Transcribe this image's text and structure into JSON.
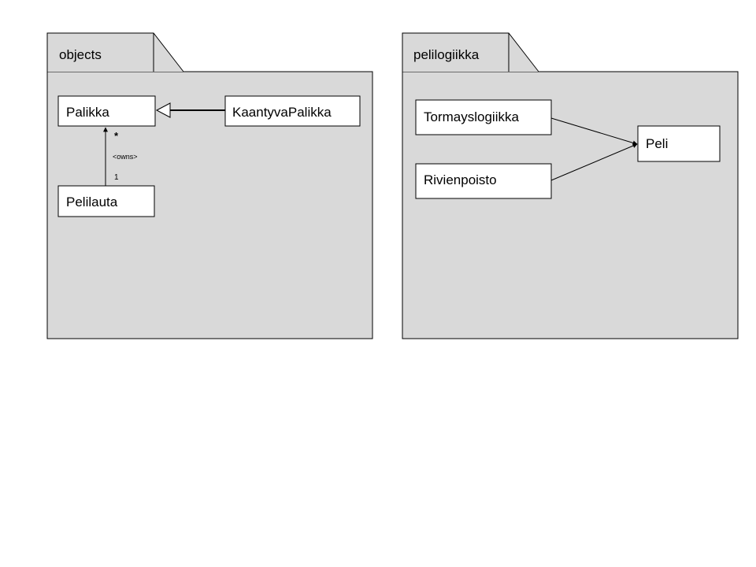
{
  "packages": [
    {
      "name": "objects",
      "classes": [
        "Palikka",
        "KaantyvaPalikka",
        "Pelilauta"
      ]
    },
    {
      "name": "pelilogiikka",
      "classes": [
        "Tormayslogiikka",
        "Rivienpoisto",
        "Peli"
      ]
    }
  ],
  "relations": [
    {
      "from": "KaantyvaPalikka",
      "to": "Palikka",
      "type": "generalization"
    },
    {
      "from": "Pelilauta",
      "to": "Palikka",
      "type": "association",
      "label": "<owns>",
      "source_multiplicity": "1",
      "target_multiplicity": "*"
    },
    {
      "from": "Tormayslogiikka",
      "to": "Peli",
      "type": "association"
    },
    {
      "from": "Rivienpoisto",
      "to": "Peli",
      "type": "association"
    }
  ]
}
